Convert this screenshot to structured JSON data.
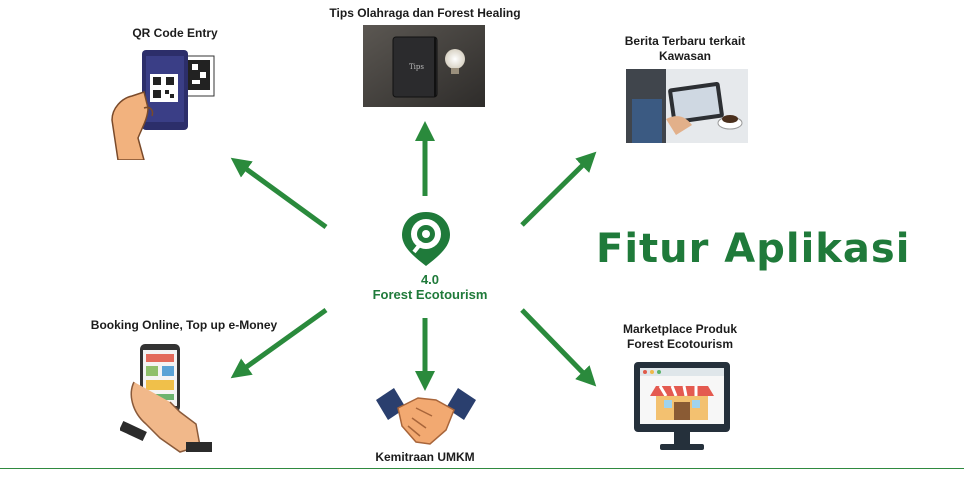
{
  "hub": {
    "version": "4.0",
    "name": "Forest Ecotourism"
  },
  "title": "Fitur Aplikasi",
  "features": {
    "qr": "QR Code Entry",
    "tips": "Tips Olahraga dan Forest Healing",
    "news_line1": "Berita Terbaru terkait",
    "news_line2": "Kawasan",
    "booking": "Booking Online, Top up e-Money",
    "kemitraan": "Kemitraan UMKM",
    "market_line1": "Marketplace Produk",
    "market_line2": "Forest Ecotourism"
  },
  "notebook_text": "Tips",
  "colors": {
    "accent": "#1f7a3a",
    "arrow": "#2a8a3c"
  }
}
